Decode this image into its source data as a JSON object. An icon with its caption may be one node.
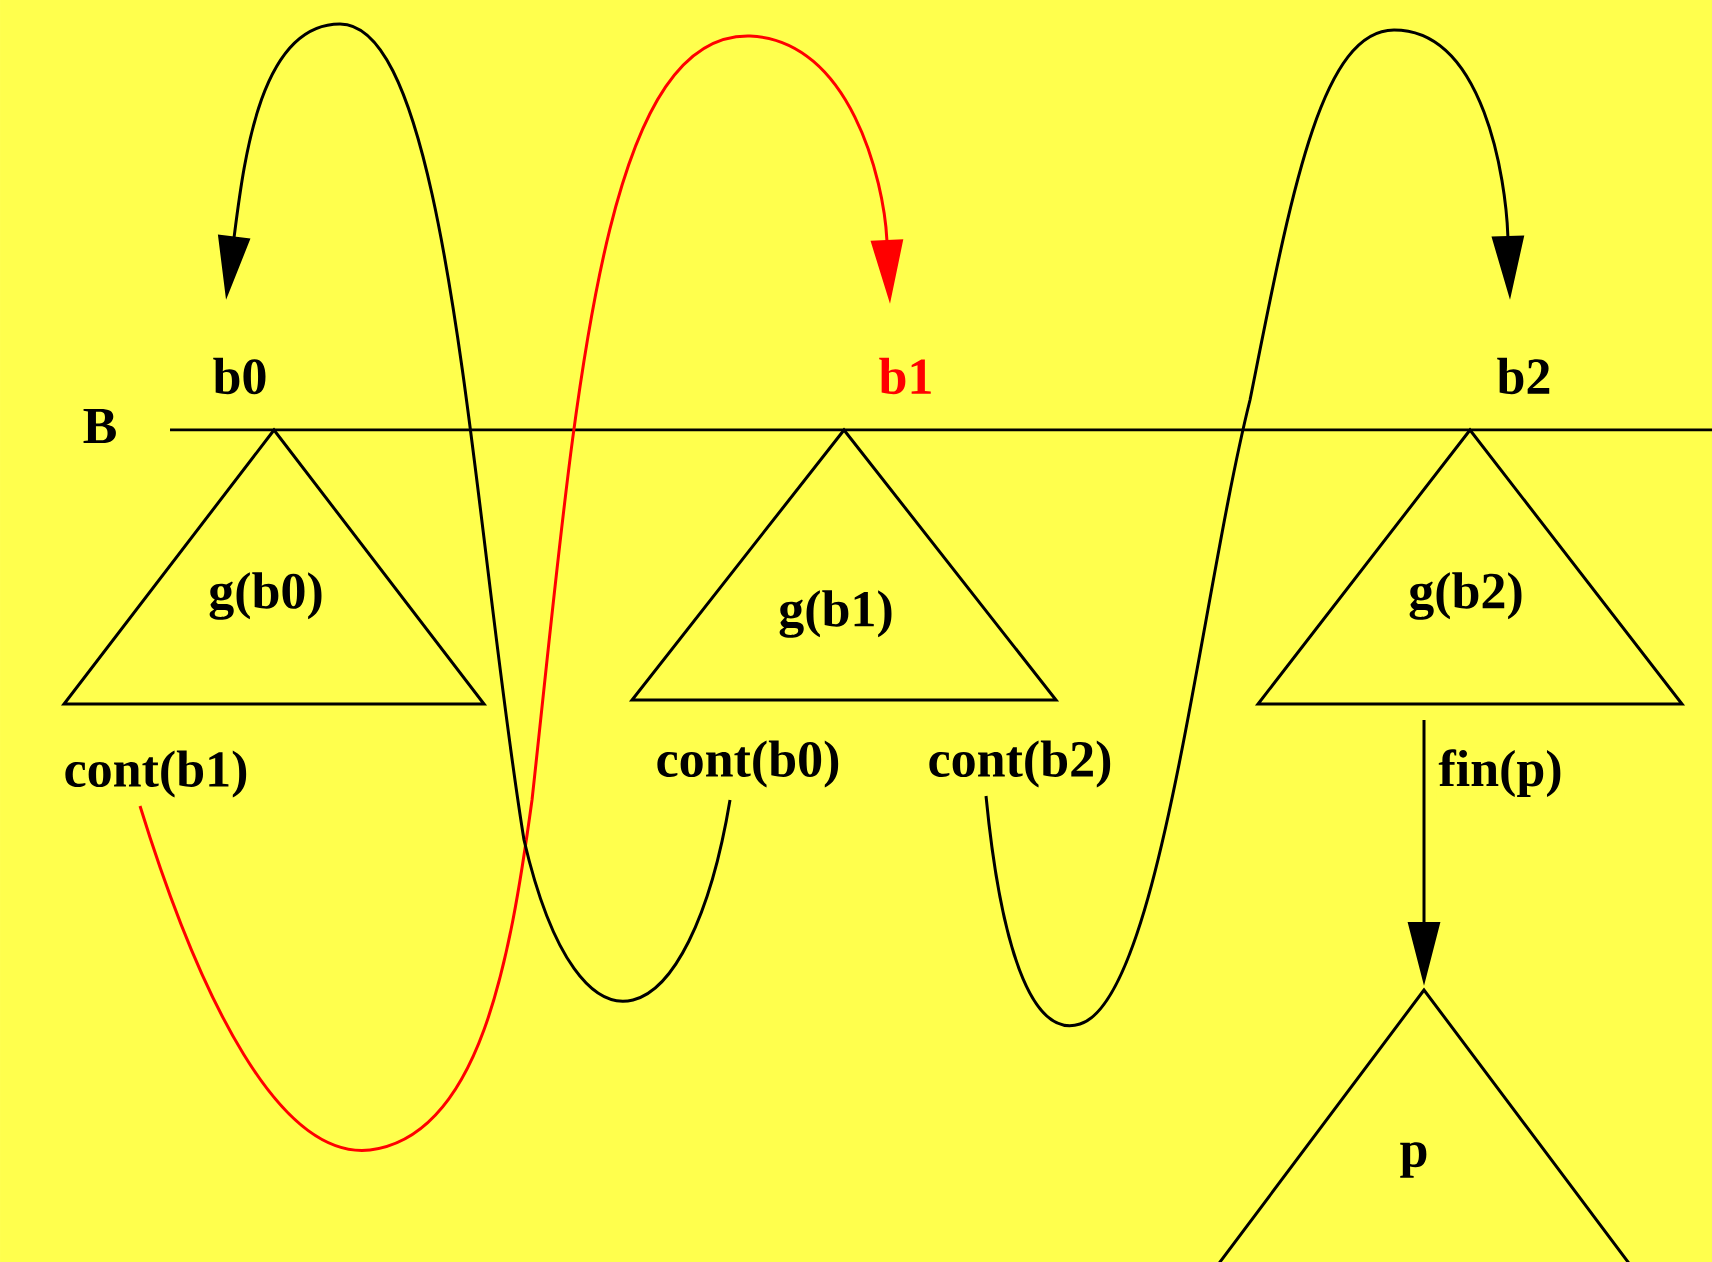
{
  "diagram": {
    "nodes": [
      {
        "text": [
          "g(b0)"
        ],
        "beside": [
          "b0"
        ]
      },
      {
        "text": [
          "g(b1)"
        ],
        "beside": [
          "b1"
        ]
      },
      {
        "text": [
          "g(b2)"
        ],
        "beside": [
          "b2"
        ]
      },
      {
        "text": [
          "p"
        ]
      },
      {
        "text": [
          "cont(b1)"
        ]
      },
      {
        "text": [
          "cont(b0)"
        ]
      },
      {
        "text": [
          "cont(b2)"
        ]
      }
    ],
    "edges": [
      {
        "from": 4,
        "to": 1,
        "arrow": "to",
        "color": "#ff0000"
      },
      {
        "from": 5,
        "to": 0,
        "arrow": "to"
      },
      {
        "from": 6,
        "to": 2,
        "arrow": "to"
      },
      {
        "from": 2,
        "to": 3,
        "arrow": "to",
        "label": "fin(p)"
      }
    ],
    "labels": [
      "B"
    ]
  }
}
